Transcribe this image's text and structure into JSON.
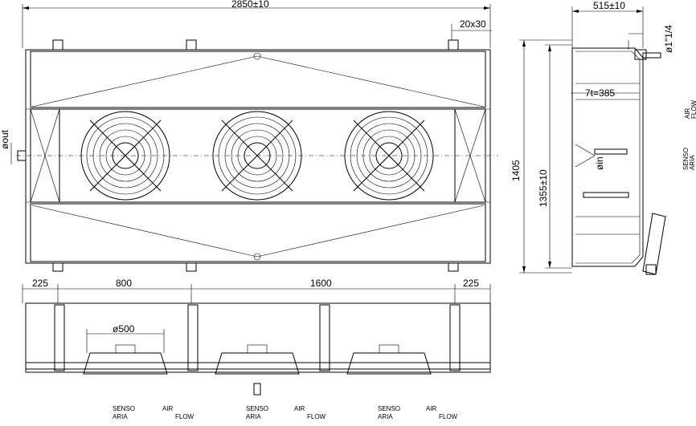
{
  "dimensions": {
    "overall_length": "2850±10",
    "bracket": "20x30",
    "side_width": "515±10",
    "pipe_top": "ø1\"1/4",
    "height_total": "1405",
    "height_inner": "1355±10",
    "fins": "7t=385",
    "inlet": "øin",
    "outlet": "øout",
    "seg_225_left": "225",
    "seg_800": "800",
    "seg_1600": "1600",
    "seg_225_right": "225",
    "fan_dia": "ø500"
  },
  "labels": {
    "senso": "SENSO",
    "aria": "ARIA",
    "air": "AIR",
    "flow": "FLOW"
  }
}
